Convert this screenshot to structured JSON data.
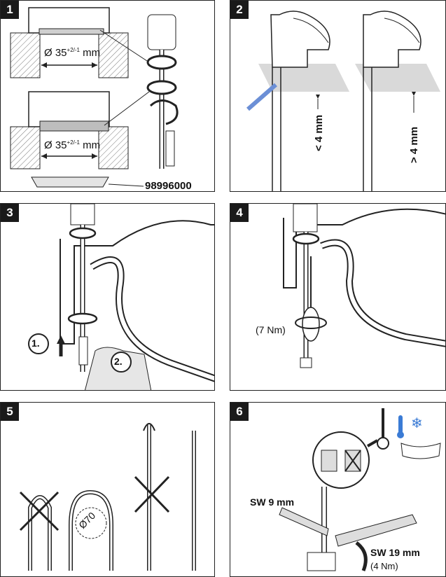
{
  "panels": {
    "p1": {
      "number": "1",
      "dim_top_base": "Ø 35",
      "dim_top_tol": "+2/-1",
      "dim_top_unit": "mm",
      "dim_bottom_base": "Ø 35",
      "dim_bottom_tol": "+2/-1",
      "dim_bottom_unit": "mm",
      "part_number": "98996000"
    },
    "p2": {
      "number": "2",
      "left_gap": "< 4 mm",
      "right_gap": "> 4 mm"
    },
    "p3": {
      "number": "3",
      "step1": "1.",
      "step2": "2."
    },
    "p4": {
      "number": "4",
      "torque": "(7 Nm)"
    },
    "p5": {
      "number": "5",
      "diameter": "Ø70"
    },
    "p6": {
      "number": "6",
      "wrench_small": "SW 9 mm",
      "wrench_large": "SW 19 mm",
      "torque": "(4 Nm)"
    }
  },
  "colors": {
    "ink": "#1a1a1a",
    "hatch": "#555555",
    "surface": "#d9d9d9",
    "blue": "#3a7bd5"
  }
}
